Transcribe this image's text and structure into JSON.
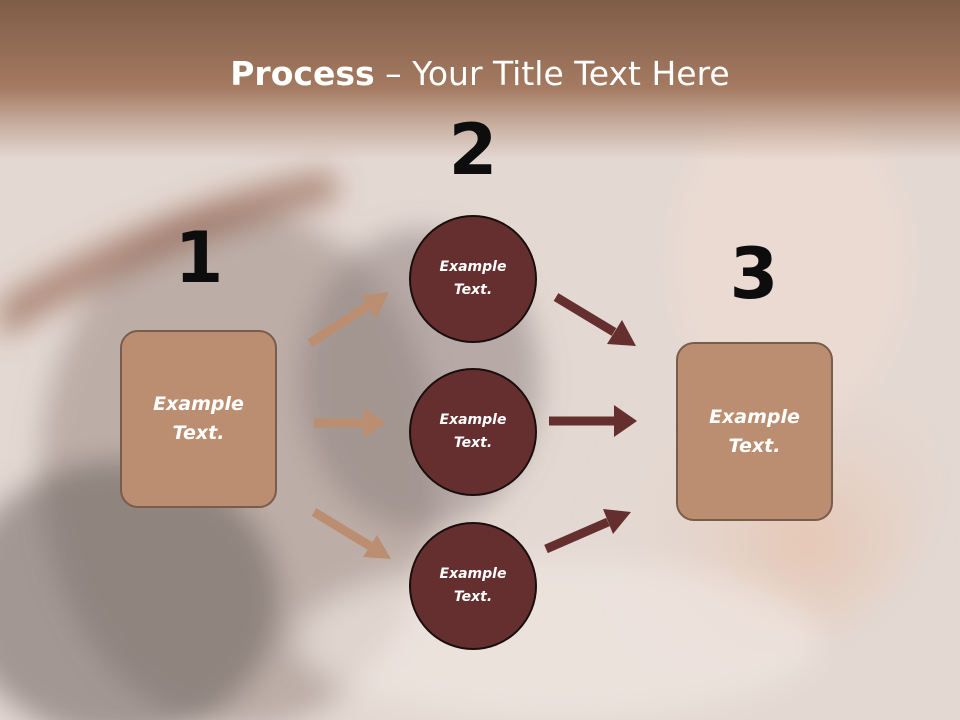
{
  "slide": {
    "title_bold": "Process",
    "title_rest": " – Your Title Text Here",
    "step_numbers": [
      "1",
      "2",
      "3"
    ],
    "left_box_text": "Example Text.",
    "right_box_text": "Example Text.",
    "circles": [
      {
        "text": "Example Text."
      },
      {
        "text": "Example Text."
      },
      {
        "text": "Example Text."
      }
    ]
  },
  "colors": {
    "box_fill": "#bb8e71",
    "circle_fill": "#662f2f",
    "light_arrow": "#bb8e71",
    "dark_arrow": "#662f2f"
  }
}
